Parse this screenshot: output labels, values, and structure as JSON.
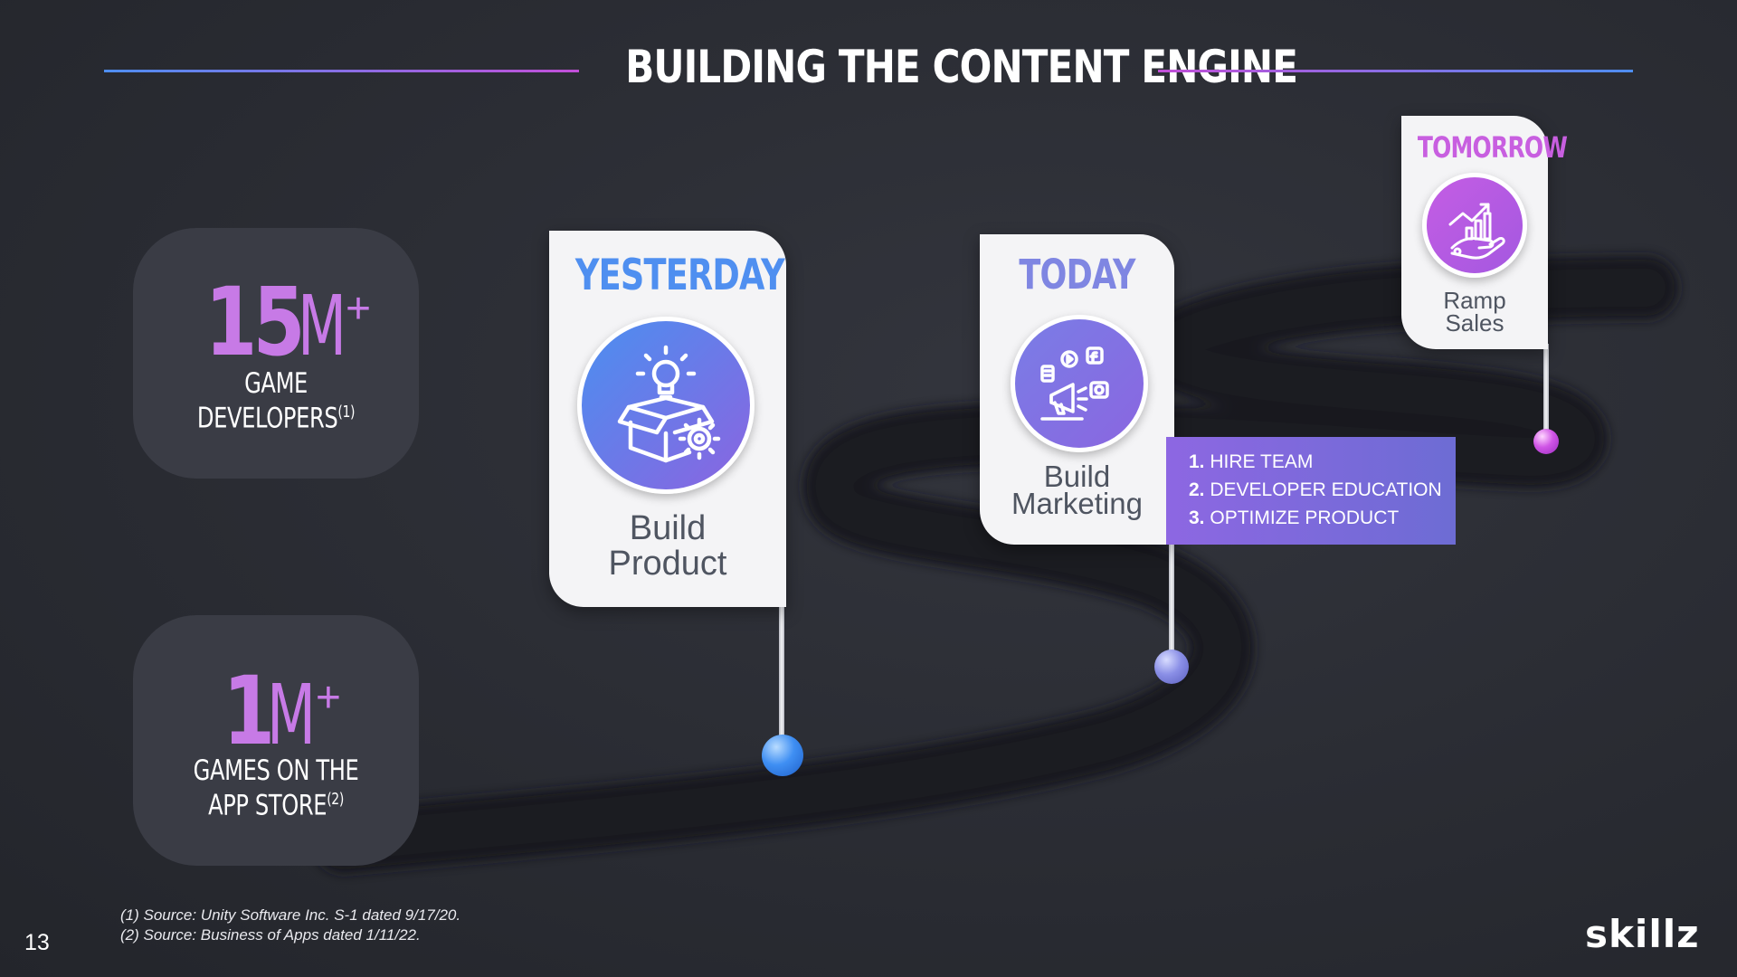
{
  "slide": {
    "title": "BUILDING THE CONTENT ENGINE",
    "page_number": "13",
    "logo_text": "skillz"
  },
  "stats": [
    {
      "number": "15",
      "unit": "M",
      "plus": "+",
      "label_line1": "GAME",
      "label_line2": "DEVELOPERS",
      "footnote_ref": "(1)"
    },
    {
      "number": "1",
      "unit": "M",
      "plus": "+",
      "label_line1": "GAMES ON THE",
      "label_line2": "APP STORE",
      "footnote_ref": "(2)"
    }
  ],
  "stages": {
    "yesterday": {
      "heading": "YESTERDAY",
      "caption_line1": "Build",
      "caption_line2": "Product",
      "icon": "box-idea-gear-icon",
      "color": "#4f8ff0"
    },
    "today": {
      "heading": "TODAY",
      "caption_line1": "Build",
      "caption_line2": "Marketing",
      "icon": "megaphone-social-icon",
      "color": "#7f86e2"
    },
    "tomorrow": {
      "heading": "TOMORROW",
      "caption_line1": "Ramp",
      "caption_line2": "Sales",
      "icon": "hand-growth-chart-icon",
      "color": "#c85fe0"
    }
  },
  "today_tasks": [
    {
      "num": "1.",
      "text": "HIRE TEAM"
    },
    {
      "num": "2.",
      "text": "DEVELOPER EDUCATION"
    },
    {
      "num": "3.",
      "text": "OPTIMIZE PRODUCT"
    }
  ],
  "footnotes": [
    "(1) Source: Unity Software Inc. S-1 dated 9/17/20.",
    "(2) Source: Business of Apps dated 1/11/22."
  ]
}
